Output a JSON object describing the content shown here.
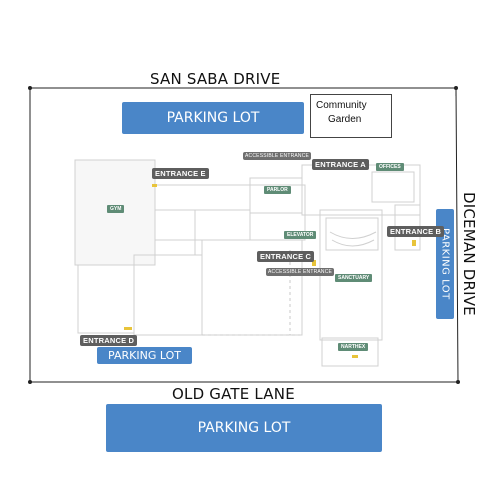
{
  "streets": {
    "north": "SAN SABA DRIVE",
    "south": "OLD GATE LANE",
    "east": "DICEMAN DRIVE"
  },
  "parking_lots": {
    "north": "PARKING LOT",
    "east": "PARKING LOT",
    "southwest": "PARKING LOT",
    "south": "PARKING LOT"
  },
  "garden": {
    "line1": "Community",
    "line2": "Garden"
  },
  "entrances": {
    "a": "ENTRANCE A",
    "b": "ENTRANCE B",
    "c": "ENTRANCE C",
    "d": "ENTRANCE D",
    "e": "ENTRANCE E",
    "accessible_north": "ACCESSIBLE ENTRANCE",
    "accessible_c": "ACCESSIBLE ENTRANCE"
  },
  "rooms": {
    "gym": "GYM",
    "parlor": "PARLOR",
    "offices": "OFFICES",
    "elevator": "ELEVATOR",
    "sanctuary": "SANCTUARY",
    "narthex": "NARTHEX"
  },
  "colors": {
    "parking": "#4a86c8",
    "label": "#5e5e5e",
    "room": "#5f8c76",
    "door_marker": "#e8c43a"
  }
}
